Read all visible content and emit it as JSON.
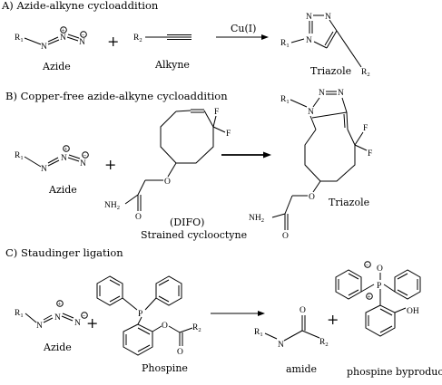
{
  "sections": [
    {
      "title": "A) Azide-alkyne cycloaddition"
    },
    {
      "title": "B) Copper-free azide-alkyne cycloaddition"
    },
    {
      "title": "C) Staudinger ligation"
    }
  ],
  "reactionA": {
    "catalyst": "Cu(I)",
    "captions": [
      "Azide",
      "Alkyne",
      "Triazole"
    ]
  },
  "reactionB": {
    "captions": [
      "Azide",
      "(DIFO)",
      "Strained cyclooctyne",
      "Triazole"
    ]
  },
  "reactionC": {
    "captions": [
      "Azide",
      "Phospine",
      "amide",
      "phospine byproduct"
    ]
  },
  "atoms": {
    "R": "R",
    "N": "N",
    "P": "P",
    "O": "O",
    "F": "F",
    "OH": "OH",
    "NH": "NH",
    "one": "1",
    "two": "2",
    "plus": "+",
    "minus": "−"
  },
  "operators": {
    "plus": "+"
  }
}
